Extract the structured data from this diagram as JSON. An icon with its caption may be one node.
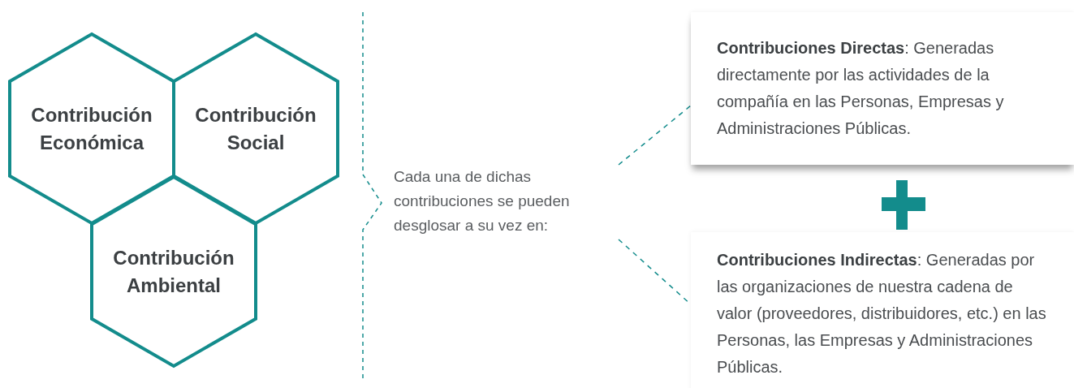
{
  "diagram": {
    "nodes": [
      {
        "text": [
          "Contribución Económica"
        ]
      },
      {
        "text": [
          "Contribución Social"
        ]
      },
      {
        "text": [
          "Contribución Ambiental"
        ]
      },
      {
        "text": [
          "Cada una de dichas contribuciones se pueden desglosar a su vez en:"
        ]
      },
      {
        "text": [
          "**Contribuciones Directas**: Generadas directamente por las actividades de la compañía en las Personas, Empresas y Administraciones Públicas."
        ]
      },
      {
        "text": [
          "**Contribuciones Indirectas**: Generadas por las organizaciones de nuestra cadena de valor (proveedores, distribuidores, etc.) en las Personas, las Empresas y Administraciones Públicas."
        ]
      }
    ],
    "edges": [
      {
        "from": 3,
        "to": 4,
        "arrow": "none",
        "style": "dashed"
      },
      {
        "from": 3,
        "to": 5,
        "arrow": "none",
        "style": "dashed"
      }
    ]
  }
}
